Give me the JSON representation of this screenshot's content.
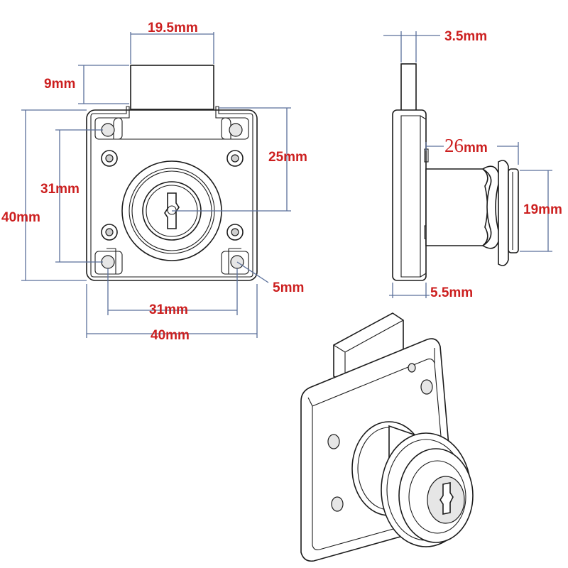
{
  "labels": {
    "color": "#cc1f1f",
    "front_view": {
      "bolt_width": "19.5mm",
      "bolt_height": "9mm",
      "cylinder_offset": "25mm",
      "hole_spacing_vertical": "31mm",
      "body_height": "40mm",
      "hole_diameter": "5mm",
      "hole_spacing_horizontal": "31mm",
      "body_width": "40mm"
    },
    "side_view": {
      "bolt_thickness": "3.5mm",
      "cylinder_length_number": "26",
      "cylinder_length_unit": "mm",
      "cylinder_diameter": "19mm",
      "plate_thickness": "5.5mm"
    }
  },
  "dimension_line_color": "#5a6f9a",
  "outline_color": "#1c1c1c"
}
